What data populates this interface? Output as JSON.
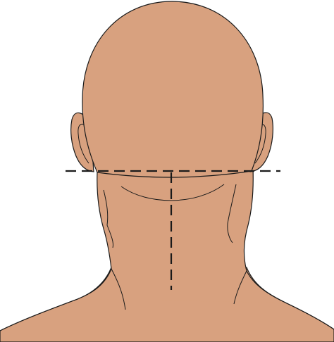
{
  "colors": {
    "background": "#ffffff",
    "skin": "#d8a17f",
    "outline": "#1a1a1a",
    "guide_line": "#1a1a1a"
  },
  "figure": {
    "subject": "head-and-neck-back-view",
    "guides": [
      "horizontal-hairline-guide",
      "vertical-neck-midline-guide"
    ],
    "guide_style": "dashed"
  }
}
